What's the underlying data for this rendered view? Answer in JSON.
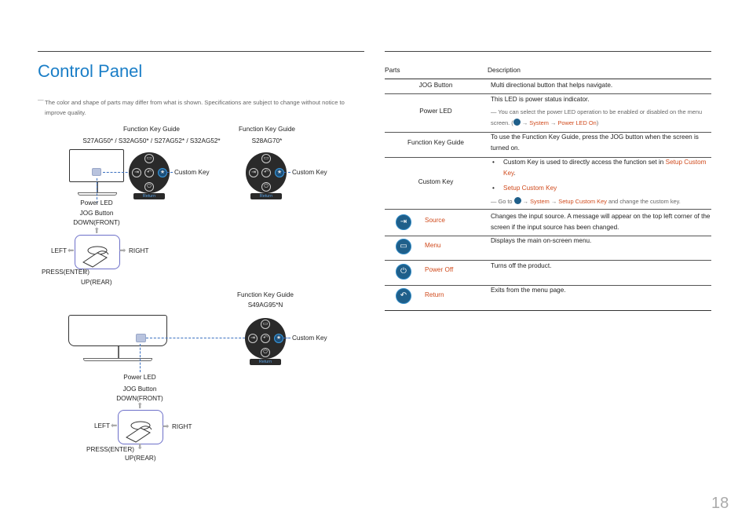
{
  "page": {
    "title": "Control Panel",
    "note_dash": "―",
    "note": "The color and shape of parts may differ from what is shown. Specifications are subject to change without notice to improve quality.",
    "page_number": "18"
  },
  "diagram": {
    "fkg_label": "Function Key Guide",
    "model_a": "S27AG50* / S32AG50* / S27AG52* / S32AG52*",
    "model_b": "S28AG70*",
    "model_c": "S49AG95*N",
    "custom_key": "Custom Key",
    "return": "Return",
    "power_led": "Power LED",
    "jog_button": "JOG Button",
    "down_front": "DOWN(FRONT)",
    "left": "LEFT",
    "right": "RIGHT",
    "press_enter": "PRESS(ENTER)",
    "up_rear": "UP(REAR)"
  },
  "table": {
    "headers": {
      "parts": "Parts",
      "description": "Description"
    },
    "rows": {
      "jog": {
        "part": "JOG Button",
        "desc": "Multi directional button that helps navigate."
      },
      "led": {
        "part": "Power LED",
        "desc": "This LED is power status indicator.",
        "note_pre": "You can select the power LED operation to be enabled or disabled on the menu screen. (",
        "arrow": "→",
        "system": "System",
        "led_on": "Power LED On",
        "close": ")"
      },
      "fkg": {
        "part": "Function Key Guide",
        "desc": "To use the Function Key Guide, press the JOG button when the screen is turned on."
      },
      "custom": {
        "part": "Custom Key",
        "b1_pre": "Custom Key is used to directly access the function set in ",
        "b1_link": "Setup Custom Key",
        "b1_post": ".",
        "b2": "Setup Custom Key",
        "note_pre": "Go to",
        "system": "System",
        "setup": "Setup Custom Key",
        "note_post": "and change the custom key."
      },
      "source": {
        "name": "Source",
        "desc": "Changes the input source. A message will appear on the top left corner of the screen if the input source has been changed.",
        "icon": "source-icon"
      },
      "menu": {
        "name": "Menu",
        "desc": "Displays the main on-screen menu.",
        "icon": "menu-icon"
      },
      "power": {
        "name": "Power Off",
        "desc": "Turns off the product.",
        "icon": "power-icon"
      },
      "ret": {
        "name": "Return",
        "desc": "Exits from the menu page.",
        "icon": "return-icon"
      }
    }
  },
  "colors": {
    "title": "#1a7ec7",
    "accent": "#d04a1c",
    "icon_bg": "#1f5f8a"
  }
}
